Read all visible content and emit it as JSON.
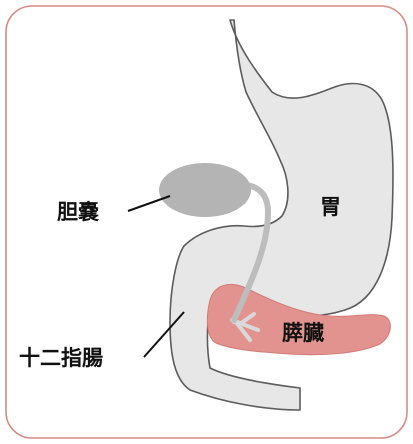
{
  "labels": {
    "gallbladder": "胆嚢",
    "stomach": "胃",
    "duodenum": "十二指腸",
    "pancreas": "膵臓"
  },
  "colors": {
    "frame_border": "#d98a86",
    "organ_fill": "#e7e7e7",
    "organ_outline": "#5c5c5c",
    "gallbladder_fill": "#b4b4b4",
    "duct": "#bdbdbd",
    "pancreas_fill": "#e3938f"
  }
}
